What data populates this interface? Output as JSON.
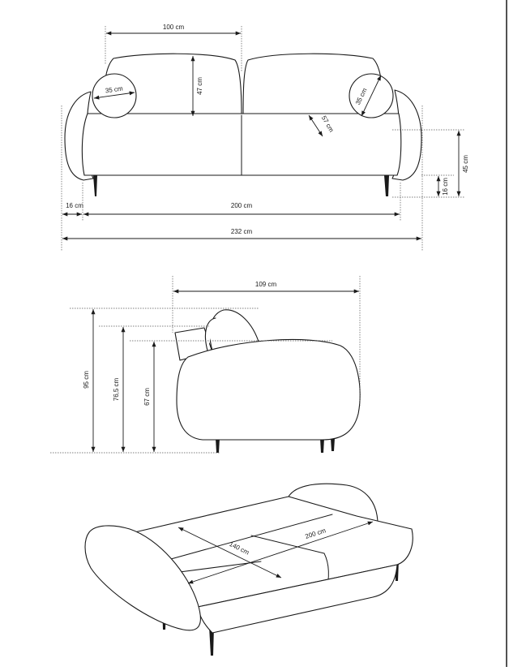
{
  "front_view": {
    "width_back": "100 cm",
    "back_height": "47 cm",
    "pillow_left": "35 cm",
    "pillow_right": "35 cm",
    "seat_depth": "57 cm",
    "total_height": "45 cm",
    "leg_height": "16 cm",
    "arm_width": "16 cm",
    "seat_width": "200 cm",
    "total_width": "232 cm"
  },
  "side_view": {
    "depth": "109 cm",
    "total_height": "95 cm",
    "back_height": "76,5 cm",
    "arm_height": "67 cm"
  },
  "bed_view": {
    "bed_width": "140 cm",
    "bed_length": "200 cm"
  }
}
